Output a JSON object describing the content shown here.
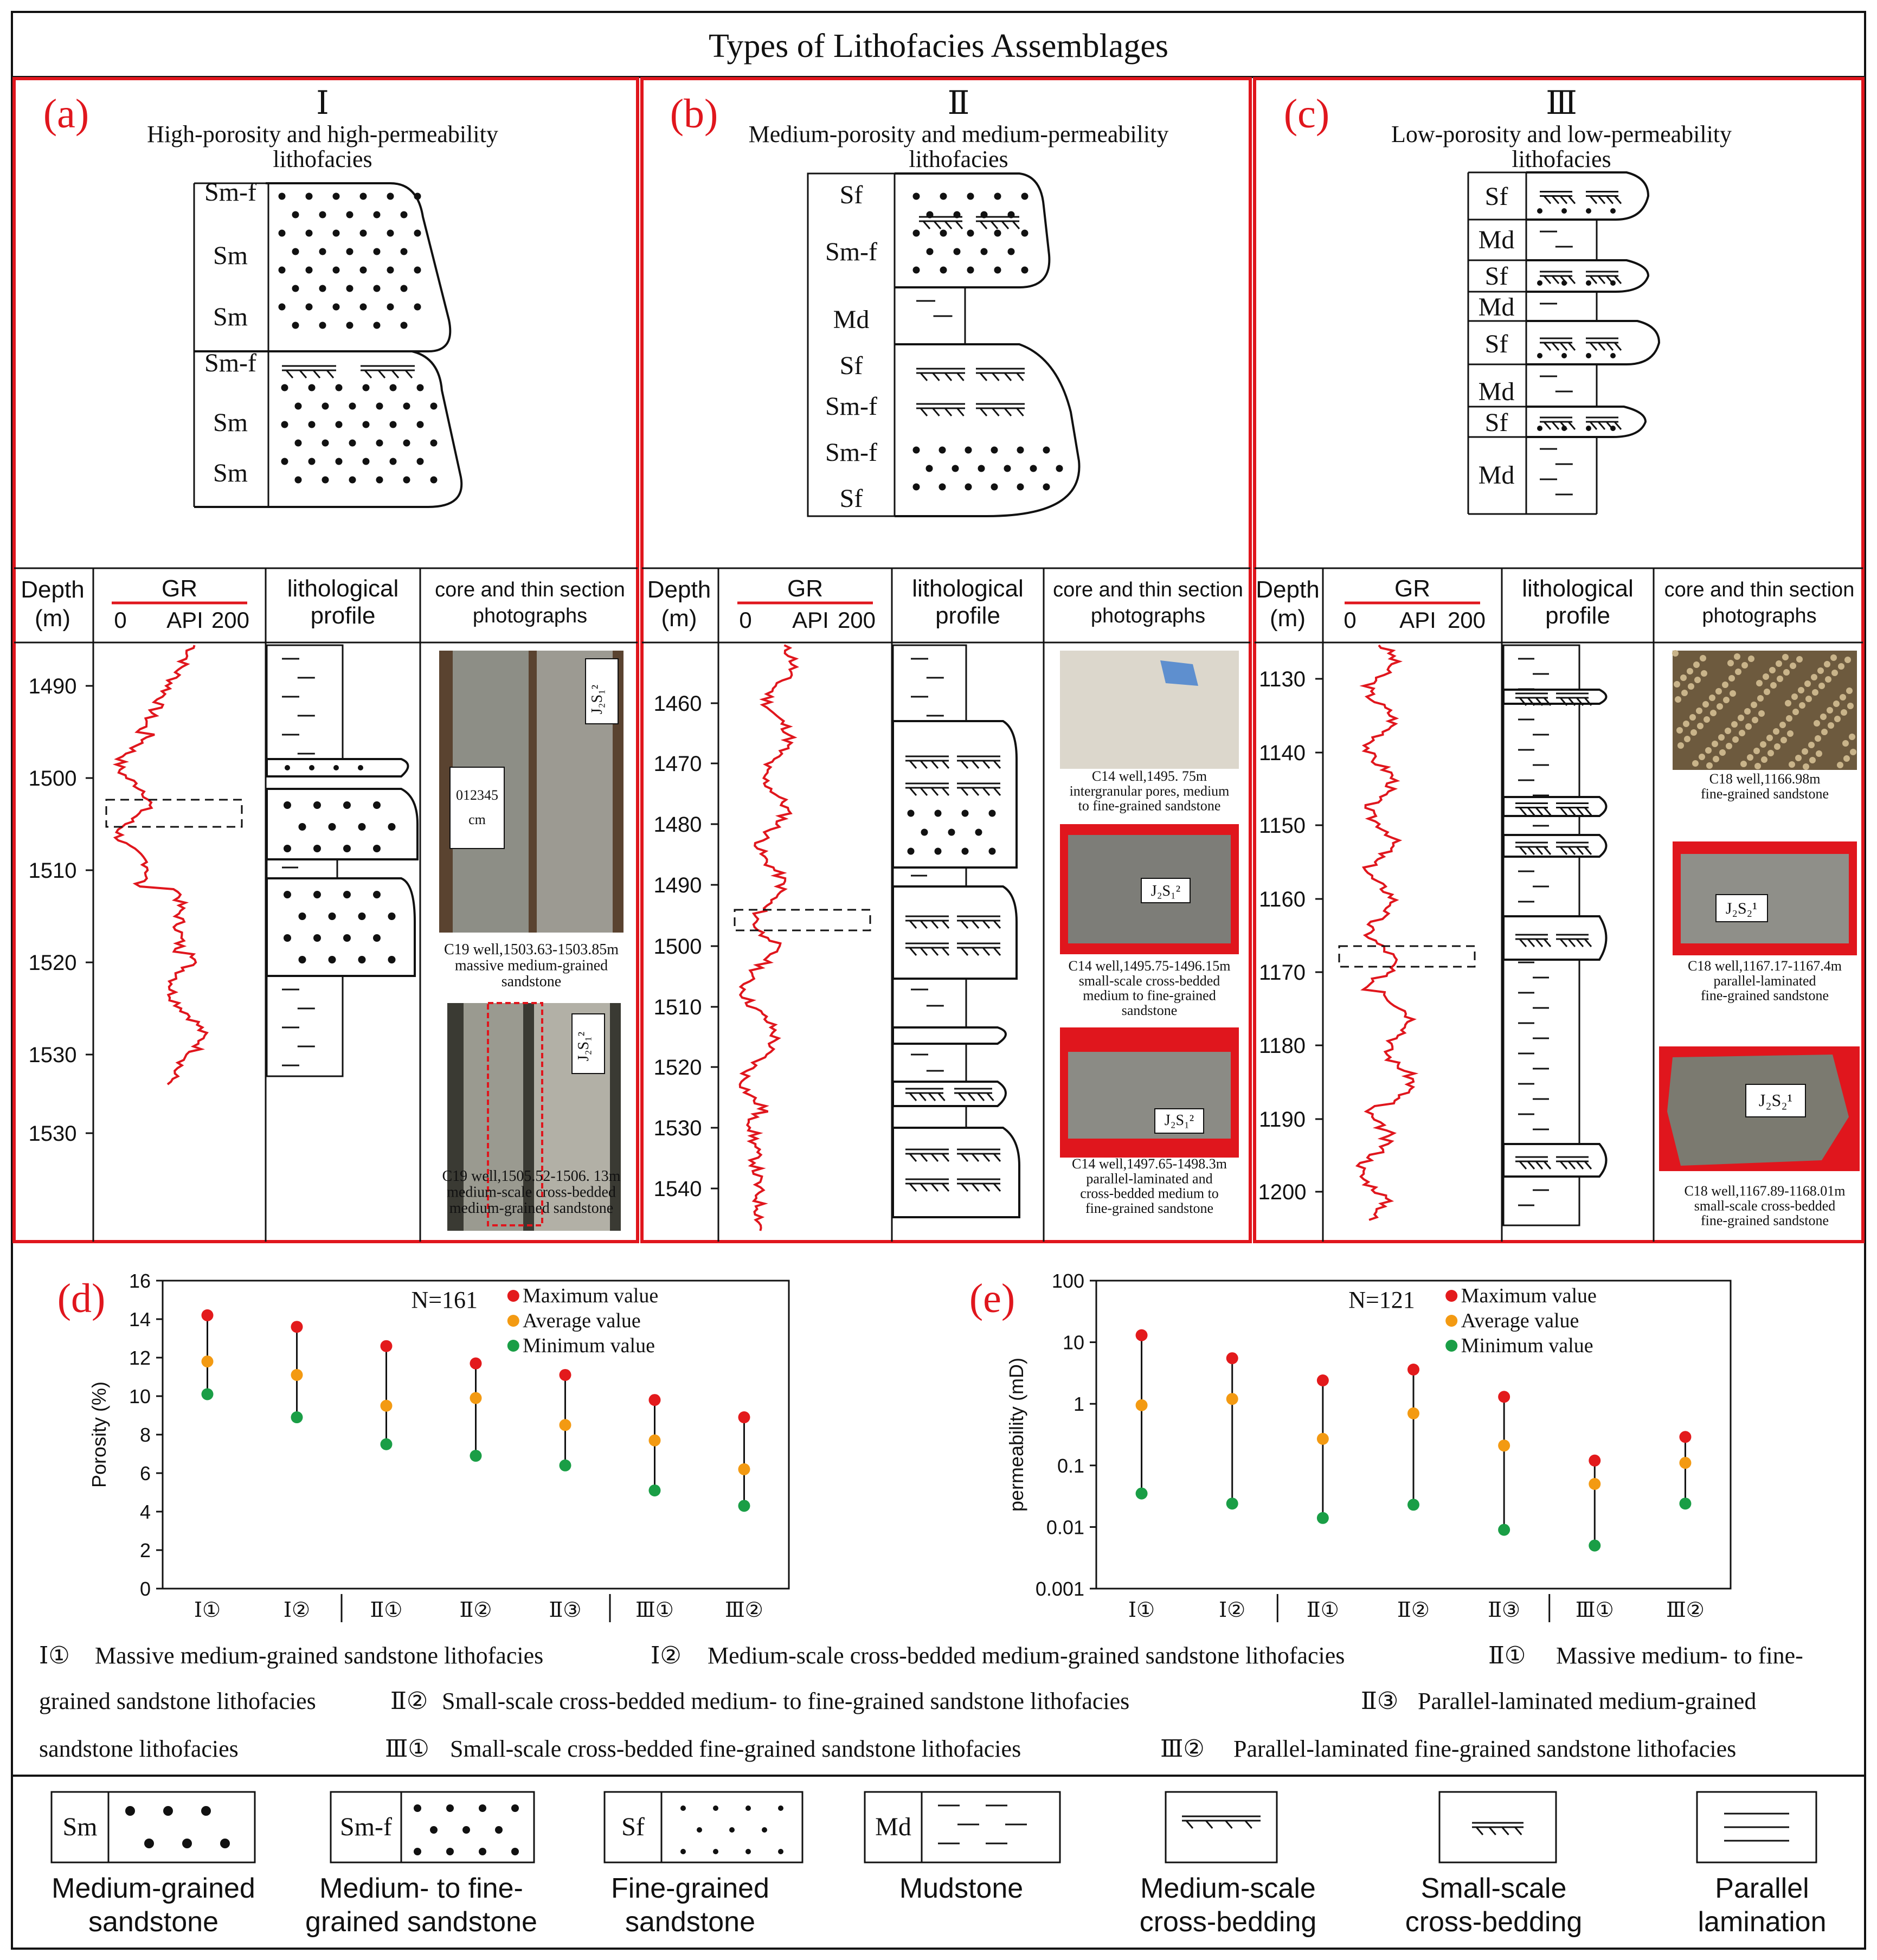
{
  "title": "Types of Lithofacies Assemblages",
  "colors": {
    "frame": "#e0161d",
    "gr_curve": "#e0161d",
    "max": "#e31a1c",
    "avg": "#f39a12",
    "min": "#1a9e46",
    "photo_bg": "#b33a2e"
  },
  "panels": [
    {
      "id": "a",
      "tag": "(a)",
      "roman": "Ⅰ",
      "title": [
        "High-porosity and high-permeability",
        "lithofacies"
      ],
      "column_labels": [
        "Sm-f",
        "Sm",
        "Sm",
        "Sm-f",
        "Sm",
        "Sm"
      ],
      "log_headers": {
        "depth": [
          "Depth",
          "(m)"
        ],
        "gr": [
          "GR",
          "0",
          "API",
          "200"
        ],
        "profile": [
          "lithological",
          "profile"
        ],
        "photos": [
          "core and thin section",
          "photographs"
        ]
      },
      "depth_ticks": [
        "1490",
        "1500",
        "1510",
        "1520",
        "1530",
        "1530"
      ],
      "photo_captions": [
        [
          "C19 well,1503.63-1503.85m",
          "massive medium-grained",
          "sandstone"
        ],
        [
          "C19 well,1505.52-1506. 13m",
          "medium-scale cross-bedded",
          "medium-grained sandstone"
        ]
      ],
      "photo_stamps": [
        "J₂S₁²",
        "J₂S₁²"
      ],
      "scale_label": [
        "012345",
        "cm"
      ]
    },
    {
      "id": "b",
      "tag": "(b)",
      "roman": "Ⅱ",
      "title": [
        "Medium-porosity and medium-permeability",
        "lithofacies"
      ],
      "column_labels": [
        "Sf",
        "Sm-f",
        "Md",
        "Sf",
        "Sm-f",
        "Sm-f",
        "Sf"
      ],
      "log_headers": {
        "depth": [
          "Depth",
          "(m)"
        ],
        "gr": [
          "GR",
          "0",
          "API",
          "200"
        ],
        "profile": [
          "lithological",
          "profile"
        ],
        "photos": [
          "core and thin section",
          "photographs"
        ]
      },
      "depth_ticks": [
        "1460",
        "1470",
        "1480",
        "1490",
        "1500",
        "1510",
        "1520",
        "1530",
        "1540"
      ],
      "photo_captions": [
        [
          "C14 well,1495. 75m",
          "intergranular pores, medium",
          "to fine-grained sandstone"
        ],
        [
          "C14 well,1495.75-1496.15m",
          "small-scale cross-bedded",
          "medium to fine-grained",
          "sandstone"
        ],
        [
          "C14 well,1497.65-1498.3m",
          "parallel-laminated and",
          "cross-bedded medium to",
          "fine-grained sandstone"
        ]
      ],
      "photo_stamps": [
        "J₂S₁²",
        "J₂S₁²"
      ]
    },
    {
      "id": "c",
      "tag": "(c)",
      "roman": "Ⅲ",
      "title": [
        "Low-porosity and low-permeability",
        "lithofacies"
      ],
      "column_labels": [
        "Sf",
        "Md",
        "Sf",
        "Md",
        "Sf",
        "Md",
        "Sf",
        "Md"
      ],
      "log_headers": {
        "depth": [
          "Depth",
          "(m)"
        ],
        "gr": [
          "GR",
          "0",
          "API",
          "200"
        ],
        "profile": [
          "lithological",
          "profile"
        ],
        "photos": [
          "core and thin section",
          "photographs"
        ]
      },
      "depth_ticks": [
        "1130",
        "1140",
        "1150",
        "1160",
        "1170",
        "1180",
        "1190",
        "1200"
      ],
      "photo_captions": [
        [
          "C18 well,1166.98m",
          "fine-grained sandstone"
        ],
        [
          "C18 well,1167.17-1167.4m",
          "parallel-laminated",
          "fine-grained sandstone"
        ],
        [
          "C18 well,1167.89-1168.01m",
          "small-scale cross-bedded",
          "fine-grained sandstone"
        ]
      ],
      "photo_stamps": [
        "J₂S₂¹",
        "J₂S₂¹"
      ]
    }
  ],
  "chart_data": [
    {
      "type": "scatter",
      "tag": "(d)",
      "annotation": "N=161",
      "ylabel": "Porosity (%)",
      "categories": [
        "Ⅰ①",
        "Ⅰ②",
        "Ⅱ①",
        "Ⅱ②",
        "Ⅱ③",
        "Ⅲ①",
        "Ⅲ②"
      ],
      "ylim": [
        0,
        16
      ],
      "yticks": [
        0,
        2,
        4,
        6,
        8,
        10,
        12,
        14,
        16
      ],
      "legend_position": "top-right",
      "series": [
        {
          "name": "Maximum value",
          "color": "#e31a1c",
          "values": [
            14.2,
            13.6,
            12.6,
            11.7,
            11.1,
            9.8,
            8.9
          ]
        },
        {
          "name": "Average value",
          "color": "#f39a12",
          "values": [
            11.8,
            11.1,
            9.5,
            9.9,
            8.5,
            7.7,
            6.2
          ]
        },
        {
          "name": "Minimum value",
          "color": "#1a9e46",
          "values": [
            10.1,
            8.9,
            7.5,
            6.9,
            6.4,
            5.1,
            4.3
          ]
        }
      ]
    },
    {
      "type": "scatter",
      "tag": "(e)",
      "annotation": "N=121",
      "ylabel": "permeability (mD)",
      "categories": [
        "Ⅰ①",
        "Ⅰ②",
        "Ⅱ①",
        "Ⅱ②",
        "Ⅱ③",
        "Ⅲ①",
        "Ⅲ②"
      ],
      "yscale": "log",
      "ylim": [
        0.001,
        100
      ],
      "yticks": [
        "0.001",
        "0.01",
        "0.1",
        "1",
        "10",
        "100"
      ],
      "legend_position": "top-right",
      "series": [
        {
          "name": "Maximum value",
          "color": "#e31a1c",
          "values": [
            13,
            5.5,
            2.4,
            3.6,
            1.3,
            0.12,
            0.29
          ]
        },
        {
          "name": "Average value",
          "color": "#f39a12",
          "values": [
            0.95,
            1.2,
            0.27,
            0.7,
            0.21,
            0.05,
            0.11
          ]
        },
        {
          "name": "Minimum value",
          "color": "#1a9e46",
          "values": [
            0.035,
            0.024,
            0.014,
            0.023,
            0.009,
            0.005,
            0.024
          ]
        }
      ]
    }
  ],
  "category_legend": [
    {
      "code": "Ⅰ①",
      "text": "Massive medium-grained sandstone lithofacies"
    },
    {
      "code": "Ⅰ②",
      "text": "Medium-scale cross-bedded medium-grained sandstone lithofacies"
    },
    {
      "code": "Ⅱ①",
      "text": "Massive medium- to fine-grained sandstone lithofacies"
    },
    {
      "code": "Ⅱ②",
      "text": "Small-scale cross-bedded medium- to fine-grained sandstone lithofacies"
    },
    {
      "code": "Ⅱ③",
      "text": "Parallel-laminated medium-grained sandstone lithofacies"
    },
    {
      "code": "Ⅲ①",
      "text": "Small-scale cross-bedded fine-grained sandstone lithofacies"
    },
    {
      "code": "Ⅲ②",
      "text": "Parallel-laminated fine-grained sandstone lithofacies"
    }
  ],
  "category_legend_lines": [
    [
      "Ⅰ①",
      "Massive medium-grained sandstone lithofacies",
      "Ⅰ②",
      "Medium-scale cross-bedded medium-grained sandstone lithofacies",
      "Ⅱ①",
      "Massive medium- to fine-"
    ],
    [
      "grained sandstone lithofacies",
      "Ⅱ②",
      "Small-scale cross-bedded medium- to fine-grained sandstone lithofacies",
      "Ⅱ③",
      "Parallel-laminated medium-grained"
    ],
    [
      "sandstone lithofacies",
      "Ⅲ①",
      "Small-scale cross-bedded fine-grained sandstone lithofacies",
      "Ⅲ②",
      "Parallel-laminated fine-grained sandstone lithofacies"
    ]
  ],
  "symbol_legend": [
    {
      "code": "Sm",
      "label": [
        "Medium-grained",
        "sandstone"
      ]
    },
    {
      "code": "Sm-f",
      "label": [
        "Medium- to fine-",
        "grained sandstone"
      ]
    },
    {
      "code": "Sf",
      "label": [
        "Fine-grained",
        "sandstone"
      ]
    },
    {
      "code": "Md",
      "label": [
        "Mudstone"
      ]
    },
    {
      "code": "",
      "label": [
        "Medium-scale",
        "cross-bedding"
      ]
    },
    {
      "code": "",
      "label": [
        "Small-scale",
        "cross-bedding"
      ]
    },
    {
      "code": "",
      "label": [
        "Parallel",
        "lamination"
      ]
    }
  ]
}
